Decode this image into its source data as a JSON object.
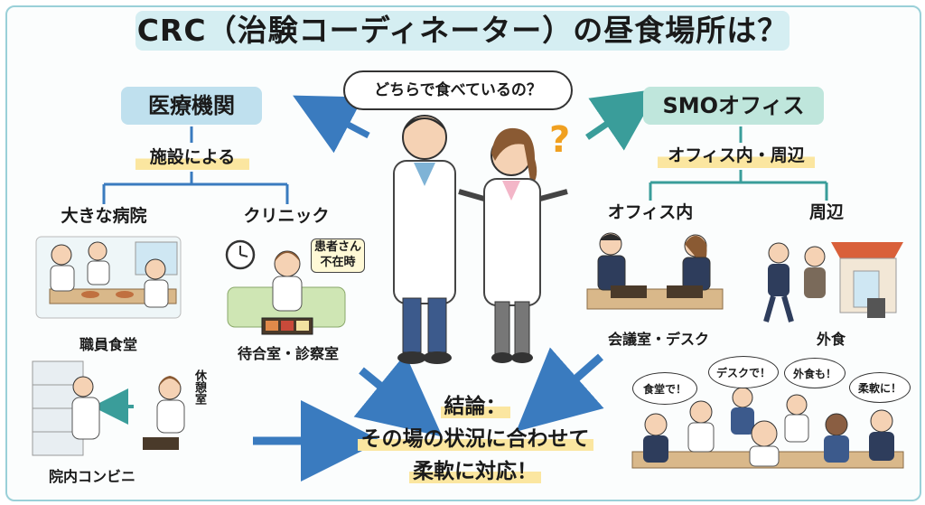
{
  "title": "CRC（治験コーディネーター）の昼食場所は？",
  "center_question": "どちらで食べているの？",
  "left": {
    "header": "医療機関",
    "sub": "施設による",
    "branch_a": "大きな病院",
    "branch_b": "クリニック",
    "caption_staff_cafeteria": "職員食堂",
    "caption_waiting_room": "待合室・診察室",
    "note_line1": "患者さん",
    "note_line2": "不在時",
    "caption_convenience": "院内コンビニ",
    "rest_room_vertical": "休憩室"
  },
  "right": {
    "header": "SMOオフィス",
    "sub": "オフィス内・周辺",
    "branch_a": "オフィス内",
    "branch_b": "周辺",
    "caption_meeting": "会議室・デスク",
    "caption_eat_out": "外食",
    "speech": [
      "食堂で！",
      "デスクで！",
      "外食も！",
      "柔軟に！"
    ]
  },
  "conclusion": {
    "line1": "結論：",
    "line2": "その場の状況に合わせて",
    "line3": "柔軟に対応！"
  },
  "colors": {
    "blue_pill": "#bfe0ee",
    "teal_pill": "#bfe6dc",
    "title_bg": "#d5eef2",
    "highlight": "#fbe6a0",
    "arrow_blue": "#3a7bbf",
    "arrow_teal": "#3a9d9a"
  }
}
